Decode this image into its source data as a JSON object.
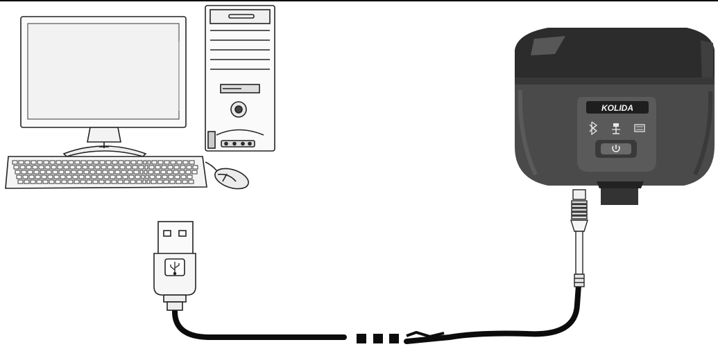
{
  "receiver": {
    "brand_logo": "KOLIDA",
    "indicators": [
      "bluetooth-icon",
      "satellite-icon",
      "data-link-icon"
    ],
    "power_icon": "power-icon"
  },
  "cable": {
    "computer_end": "usb-connector",
    "device_end": "lemo-connector",
    "break_marks": 3
  },
  "colors": {
    "line_art": "#222222",
    "receiver_body": "#4a4a4a",
    "receiver_dark": "#2c2c2c",
    "cable": "#0c0c0c"
  }
}
